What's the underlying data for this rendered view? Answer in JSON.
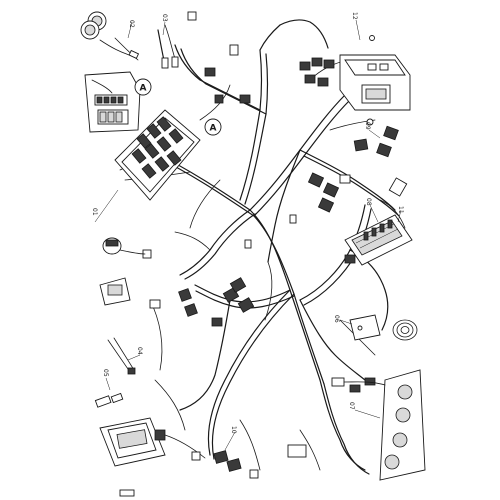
{
  "diagram": {
    "callouts": {
      "c01": "01",
      "c02": "02",
      "c03": "03",
      "c04": "04",
      "c05": "05",
      "c06": "06",
      "c07": "07",
      "c08": "08",
      "c09": "09",
      "c10": "10",
      "c11": "11",
      "c12": "12"
    },
    "detail_refs": {
      "ref_a_top": "A",
      "ref_a_mid": "A"
    }
  }
}
